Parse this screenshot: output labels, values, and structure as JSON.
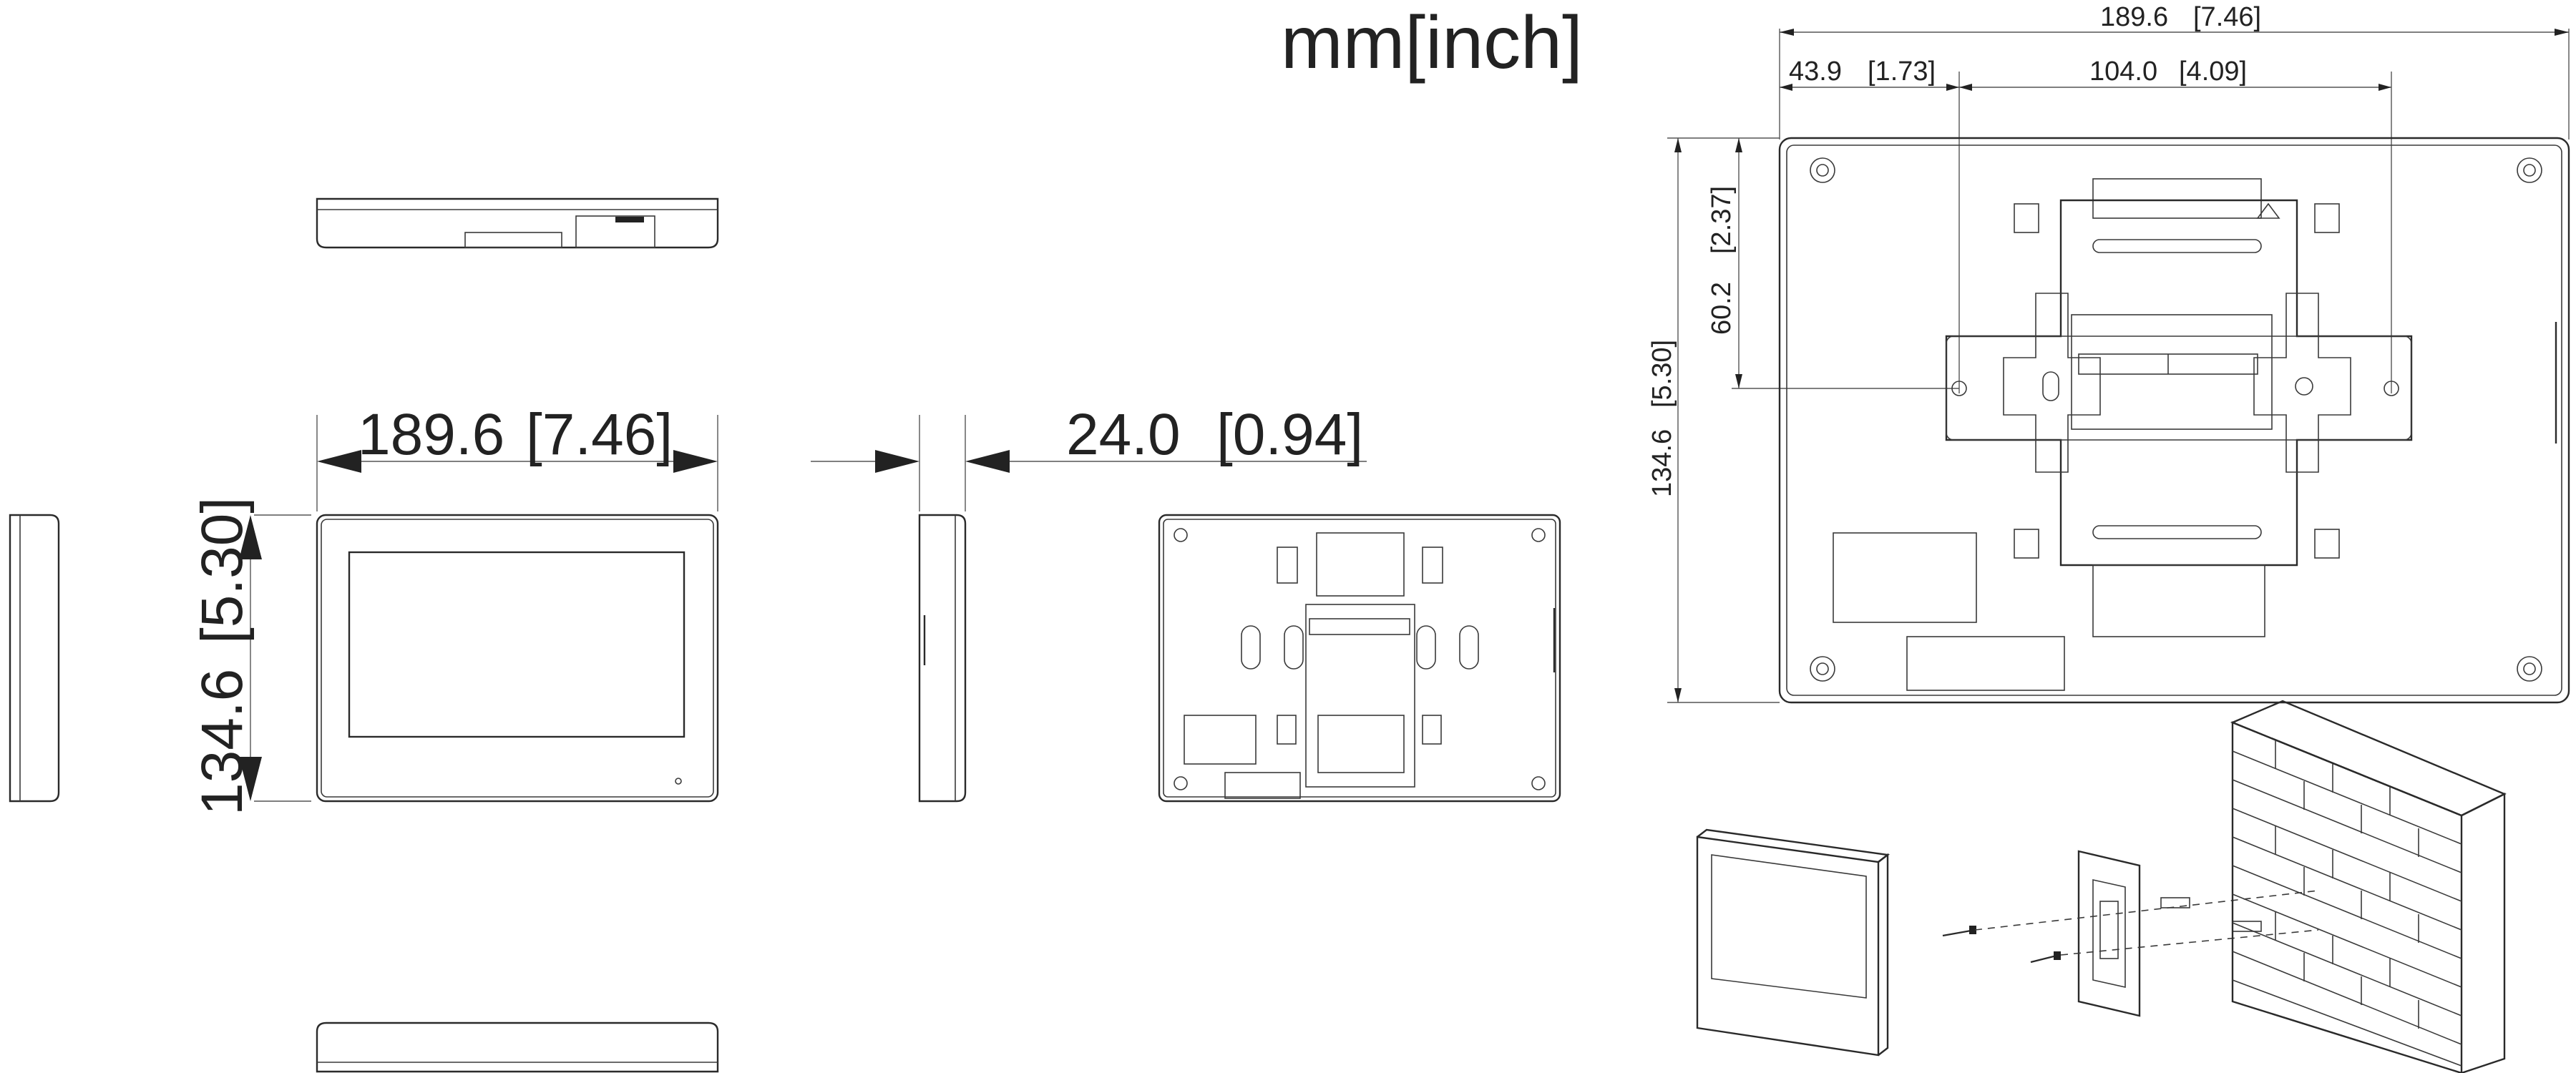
{
  "units": "mm[inch]",
  "front_dims": {
    "width": "189.6",
    "width_in": "[7.46]",
    "height": "134.6",
    "height_in": "[5.30]"
  },
  "side_dims": {
    "depth": "24.0",
    "depth_in": "[0.94]"
  },
  "bracket_dims": {
    "total_width": "189.6",
    "total_width_in": "[7.46]",
    "left_offset": "43.9",
    "left_offset_in": "[1.73]",
    "hole_spacing": "104.0",
    "hole_spacing_in": "[4.09]",
    "total_height": "134.6",
    "total_height_in": "[5.30]",
    "hole_height": "60.2",
    "hole_height_in": "[2.37]"
  }
}
